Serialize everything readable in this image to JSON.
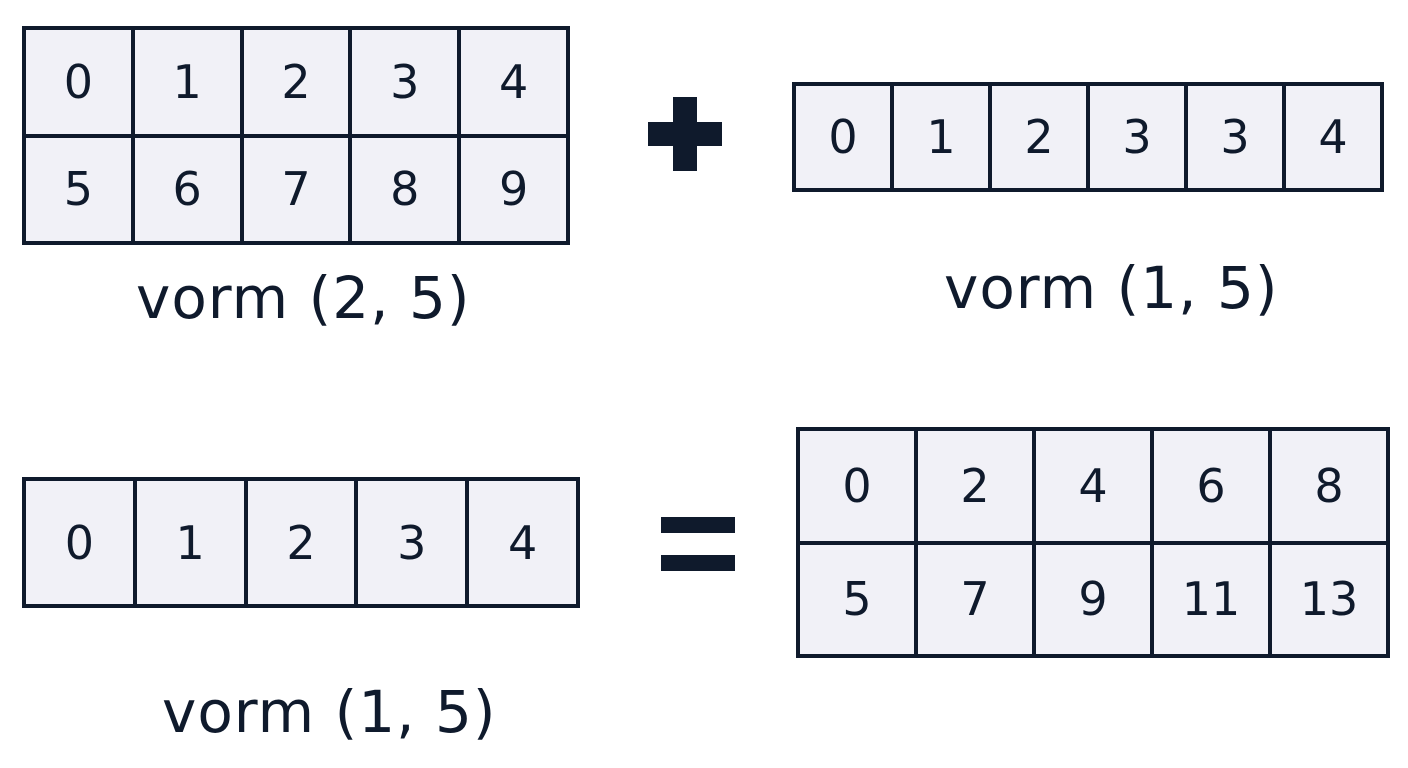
{
  "matrix_a": {
    "rows": [
      [
        "0",
        "1",
        "2",
        "3",
        "4"
      ],
      [
        "5",
        "6",
        "7",
        "8",
        "9"
      ]
    ],
    "label": "vorm (2, 5)"
  },
  "vector_b": {
    "rows": [
      [
        "0",
        "1",
        "2",
        "3",
        "3",
        "4"
      ]
    ],
    "label": "vorm (1, 5)"
  },
  "vector_c": {
    "rows": [
      [
        "0",
        "1",
        "2",
        "3",
        "4"
      ]
    ],
    "label": "vorm (1, 5)"
  },
  "result_d": {
    "rows": [
      [
        "0",
        "2",
        "4",
        "6",
        "8"
      ],
      [
        "5",
        "7",
        "9",
        "11",
        "13"
      ]
    ]
  },
  "colors": {
    "ink": "#0f1a2c",
    "cell_fill": "#f1f1f7",
    "background": "#ffffff"
  },
  "operators": {
    "plus": "plus-icon",
    "equals": "equals-icon"
  }
}
